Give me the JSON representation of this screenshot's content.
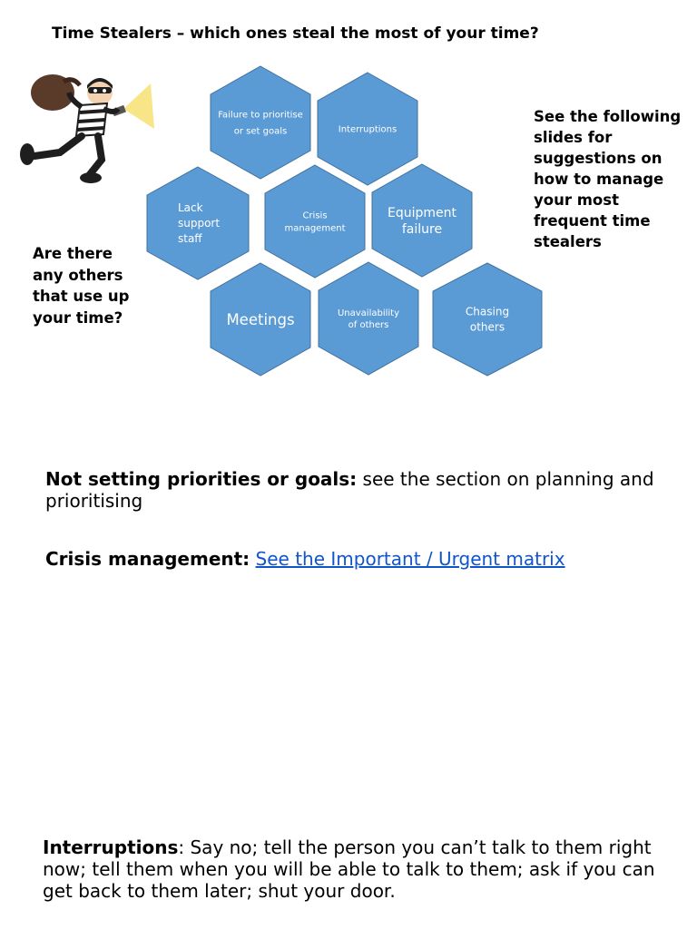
{
  "title": "Time Stealers – which ones steal the most of your time?",
  "hexagons": [
    {
      "lines": [
        "Failure to prioritise",
        "or set goals"
      ]
    },
    {
      "lines": [
        "Interruptions"
      ]
    },
    {
      "lines": [
        "Lack",
        "support",
        "staff"
      ]
    },
    {
      "lines": [
        "Crisis",
        "management"
      ]
    },
    {
      "lines": [
        "Equipment",
        "failure"
      ]
    },
    {
      "lines": [
        "Meetings"
      ]
    },
    {
      "lines": [
        "Unavailability",
        "of others"
      ]
    },
    {
      "lines": [
        "Chasing",
        "others"
      ]
    }
  ],
  "side_note": "See the following slides for suggestions on how to manage your most frequent time stealers",
  "others_note": "Are there any others that use up your time?",
  "sections": {
    "priorities": {
      "heading": "Not setting priorities or goals:",
      "text": " see the section on planning and prioritising"
    },
    "crisis": {
      "heading": "Crisis management:",
      "link_text": "See the Important / Urgent matrix"
    },
    "interruptions": {
      "heading": "Interruptions",
      "text": ": Say no; tell the person you can’t talk to them right now; tell them when you will be able to talk to them; ask if you can get back to them later; shut your door."
    }
  },
  "colors": {
    "hex_fill": "#5b9bd5",
    "hex_stroke": "#41719c",
    "link": "#1155cc"
  },
  "icons": {
    "thief": "burglar-with-sack-and-flashlight"
  }
}
